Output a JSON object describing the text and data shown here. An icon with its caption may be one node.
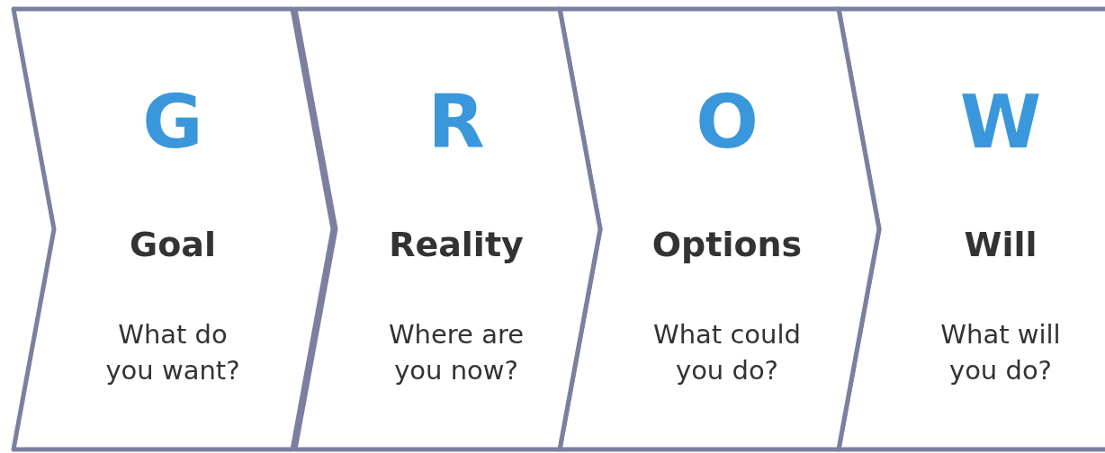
{
  "diagram": {
    "nodes": [
      {
        "text": [
          "G",
          "Goal",
          "What do you want?"
        ]
      },
      {
        "text": [
          "R",
          "Reality",
          "Where are you now?"
        ]
      },
      {
        "text": [
          "O",
          "Options",
          "What could you do?"
        ]
      },
      {
        "text": [
          "W",
          "Will",
          "What will you do?"
        ]
      }
    ]
  }
}
